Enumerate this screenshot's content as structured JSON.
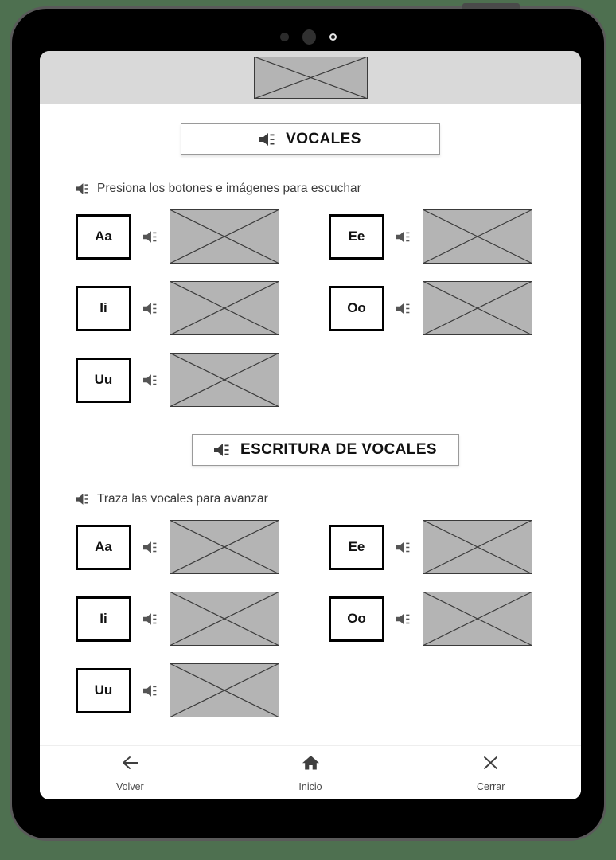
{
  "background_color": "#4e7050",
  "device": {
    "name": "tablet-device",
    "frame_color": "#000000",
    "bezel_color": "#5a5a5a",
    "sensors": [
      "sensor-dot-small",
      "sensor-dot-camera",
      "sensor-dot-led"
    ],
    "power_button": "power-button"
  },
  "app_header": {
    "background_color": "#d9d9d9",
    "logo_placeholder": "image-placeholder"
  },
  "sections": [
    {
      "id": "vocales",
      "title": "VOCALES",
      "title_icon": "speaker-icon",
      "instruction": "Presiona los botones e imágenes para escuchar",
      "instruction_icon": "speaker-icon",
      "vowels": [
        {
          "letter": "Aa",
          "speaker_icon": "speaker-icon",
          "image": "image-placeholder"
        },
        {
          "letter": "Ee",
          "speaker_icon": "speaker-icon",
          "image": "image-placeholder"
        },
        {
          "letter": "Ii",
          "speaker_icon": "speaker-icon",
          "image": "image-placeholder"
        },
        {
          "letter": "Oo",
          "speaker_icon": "speaker-icon",
          "image": "image-placeholder"
        },
        {
          "letter": "Uu",
          "speaker_icon": "speaker-icon",
          "image": "image-placeholder"
        }
      ]
    },
    {
      "id": "escritura",
      "title": "ESCRITURA DE VOCALES",
      "title_icon": "speaker-icon",
      "instruction": "Traza las vocales para avanzar",
      "instruction_icon": "speaker-icon",
      "vowels": [
        {
          "letter": "Aa",
          "speaker_icon": "speaker-icon",
          "image": "image-placeholder"
        },
        {
          "letter": "Ee",
          "speaker_icon": "speaker-icon",
          "image": "image-placeholder"
        },
        {
          "letter": "Ii",
          "speaker_icon": "speaker-icon",
          "image": "image-placeholder"
        },
        {
          "letter": "Oo",
          "speaker_icon": "speaker-icon",
          "image": "image-placeholder"
        },
        {
          "letter": "Uu",
          "speaker_icon": "speaker-icon",
          "image": "image-placeholder"
        }
      ]
    }
  ],
  "bottom_nav": {
    "items": [
      {
        "label": "Volver",
        "icon": "arrow-left-icon"
      },
      {
        "label": "Inicio",
        "icon": "home-icon"
      },
      {
        "label": "Cerrar",
        "icon": "close-icon"
      }
    ]
  },
  "colors": {
    "placeholder_fill": "#b4b4b4",
    "header_fill": "#d9d9d9",
    "speaker_icon": "#4a4a4a",
    "text_primary": "#111111",
    "text_secondary": "#3b3b3b"
  }
}
